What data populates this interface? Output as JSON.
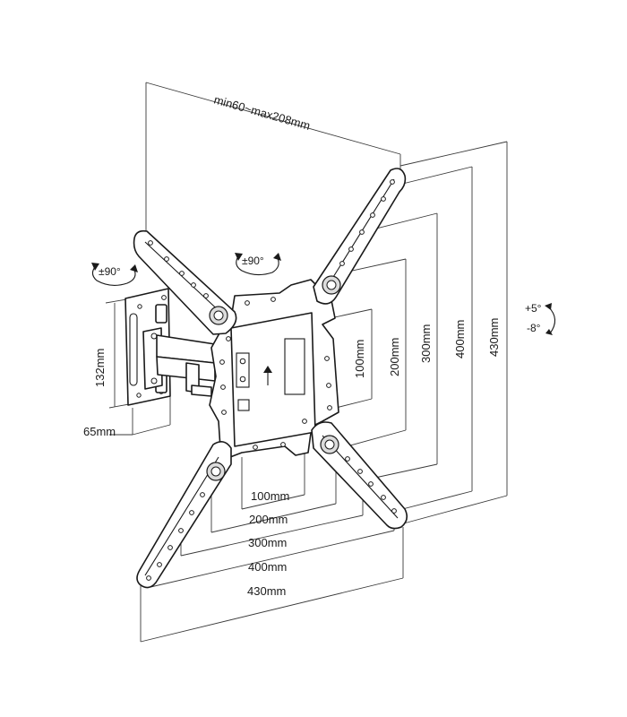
{
  "diagram": {
    "depth_range": "min60~max208mm",
    "rotation_plate": "±90°",
    "rotation_wall": "±90°",
    "tilt_up": "+5°",
    "tilt_down": "-8°",
    "bracket_height": "132mm",
    "bracket_width": "65mm",
    "vesa_vertical": [
      "100mm",
      "200mm",
      "300mm",
      "400mm",
      "430mm"
    ],
    "vesa_horizontal": [
      "100mm",
      "200mm",
      "300mm",
      "400mm",
      "430mm"
    ]
  }
}
